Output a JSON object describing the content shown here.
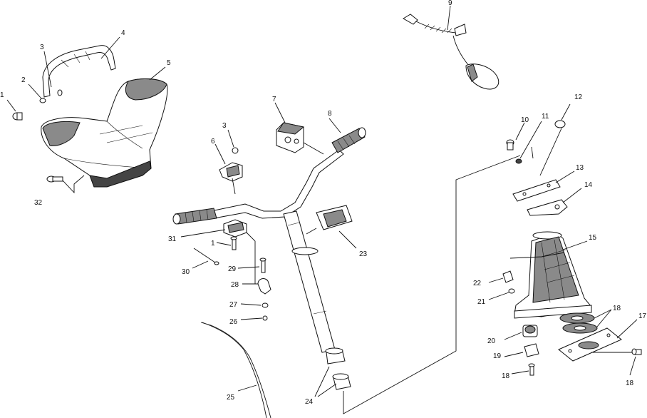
{
  "callouts": [
    {
      "id": "c1a",
      "text": "1"
    },
    {
      "id": "c2",
      "text": "2"
    },
    {
      "id": "c3a",
      "text": "3"
    },
    {
      "id": "c4",
      "text": "4"
    },
    {
      "id": "c5",
      "text": "5"
    },
    {
      "id": "c32",
      "text": "32"
    },
    {
      "id": "c7",
      "text": "7"
    },
    {
      "id": "c8",
      "text": "8"
    },
    {
      "id": "c3b",
      "text": "3"
    },
    {
      "id": "c6",
      "text": "6"
    },
    {
      "id": "c9",
      "text": "9"
    },
    {
      "id": "c10",
      "text": "10"
    },
    {
      "id": "c11",
      "text": "11"
    },
    {
      "id": "c12",
      "text": "12"
    },
    {
      "id": "c13",
      "text": "13"
    },
    {
      "id": "c14",
      "text": "14"
    },
    {
      "id": "c15",
      "text": "15"
    },
    {
      "id": "c31",
      "text": "31"
    },
    {
      "id": "c1b",
      "text": "1"
    },
    {
      "id": "c30",
      "text": "30"
    },
    {
      "id": "c29",
      "text": "29"
    },
    {
      "id": "c28",
      "text": "28"
    },
    {
      "id": "c27",
      "text": "27"
    },
    {
      "id": "c26",
      "text": "26"
    },
    {
      "id": "c23",
      "text": "23"
    },
    {
      "id": "c25",
      "text": "25"
    },
    {
      "id": "c24",
      "text": "24"
    },
    {
      "id": "c22",
      "text": "22"
    },
    {
      "id": "c21",
      "text": "21"
    },
    {
      "id": "c18a",
      "text": "18"
    },
    {
      "id": "c17",
      "text": "17"
    },
    {
      "id": "c20",
      "text": "20"
    },
    {
      "id": "c19",
      "text": "19"
    },
    {
      "id": "c18b",
      "text": "18"
    },
    {
      "id": "c18c",
      "text": "18"
    }
  ]
}
